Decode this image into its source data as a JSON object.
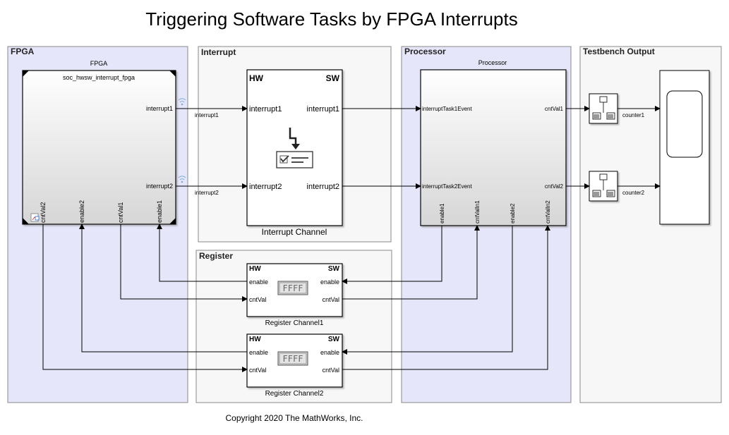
{
  "title": "Triggering Software Tasks by FPGA Interrupts",
  "copyright": "Copyright 2020 The MathWorks, Inc.",
  "areas": {
    "fpga": "FPGA",
    "interrupt": "Interrupt",
    "processor": "Processor",
    "register": "Register",
    "testbench": "Testbench Output"
  },
  "fpga_block": {
    "label": "FPGA",
    "model": "soc_hwsw_interrupt_fpga",
    "out1": "interrupt1",
    "out2": "interrupt2",
    "bottom_ports": [
      "cntVal2",
      "enable2",
      "cntVal1",
      "enable1"
    ]
  },
  "interrupt_block": {
    "hw": "HW",
    "sw": "SW",
    "in1": "interrupt1",
    "in2": "interrupt2",
    "out1": "interrupt1",
    "out2": "interrupt2",
    "caption": "Interrupt Channel"
  },
  "signals": {
    "interrupt1": "interrupt1",
    "interrupt2": "interrupt2",
    "counter1": "counter1",
    "counter2": "counter2"
  },
  "processor_block": {
    "label": "Processor",
    "in1": "interruptTask1Event",
    "in2": "interruptTask2Event",
    "out1": "cntVal1",
    "out2": "cntVal2",
    "bottom_ports": [
      "enable1",
      "cntValIn1",
      "enable2",
      "cntValIn2"
    ]
  },
  "register_blocks": [
    {
      "hw": "HW",
      "sw": "SW",
      "left_enable": "enable",
      "left_cnt": "cntVal",
      "right_enable": "enable",
      "right_cnt": "cntVal",
      "display": "FFFF",
      "caption": "Register Channel1"
    },
    {
      "hw": "HW",
      "sw": "SW",
      "left_enable": "enable",
      "left_cnt": "cntVal",
      "right_enable": "enable",
      "right_cnt": "cntVal",
      "display": "FFFF",
      "caption": "Register Channel2"
    }
  ]
}
